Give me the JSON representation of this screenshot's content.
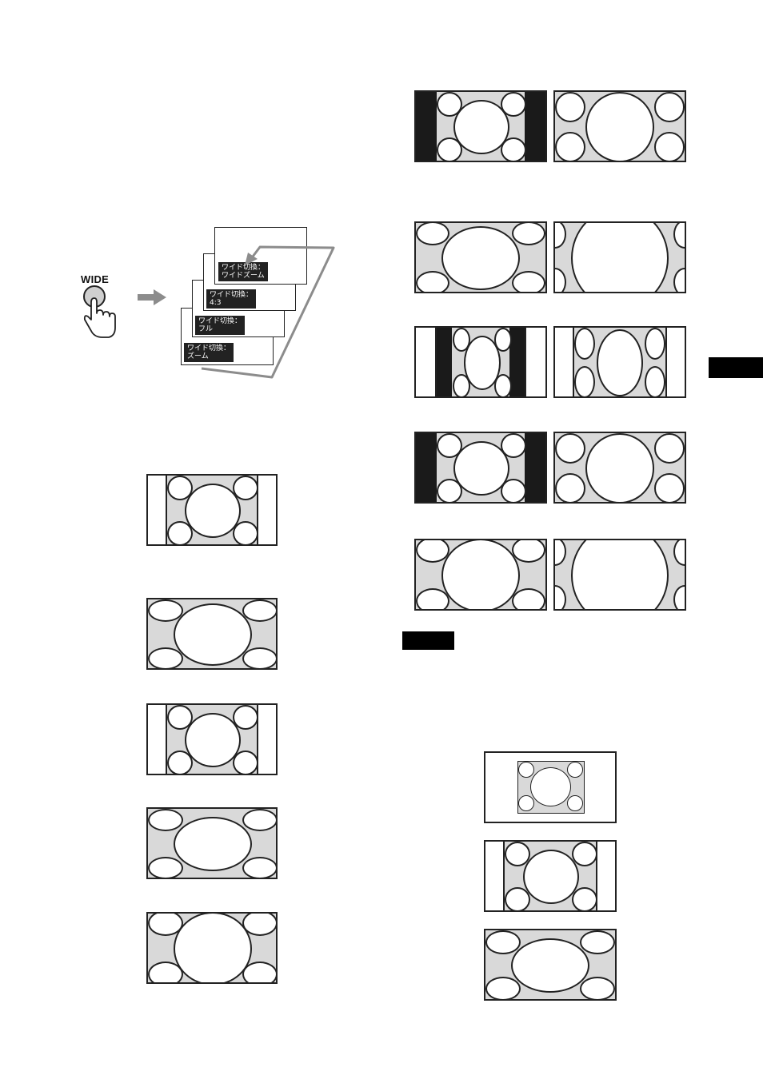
{
  "remote": {
    "button_label": "WIDE"
  },
  "osd_cards": [
    {
      "title": "ワイド切換：",
      "mode": "ワイドズーム"
    },
    {
      "title": "ワイド切換：",
      "mode": "4:3"
    },
    {
      "title": "ワイド切換：",
      "mode": "フル"
    },
    {
      "title": "ワイド切換：",
      "mode": "ズーム"
    }
  ],
  "colors": {
    "picture_gray": "#d9d9d9",
    "outline": "#222222",
    "letterbox_black": "#1a1a1a",
    "cycle_arrow": "#8c8c8c"
  },
  "icons": [
    "hand-press-icon",
    "right-arrow-icon",
    "cycle-arrow-icon"
  ]
}
